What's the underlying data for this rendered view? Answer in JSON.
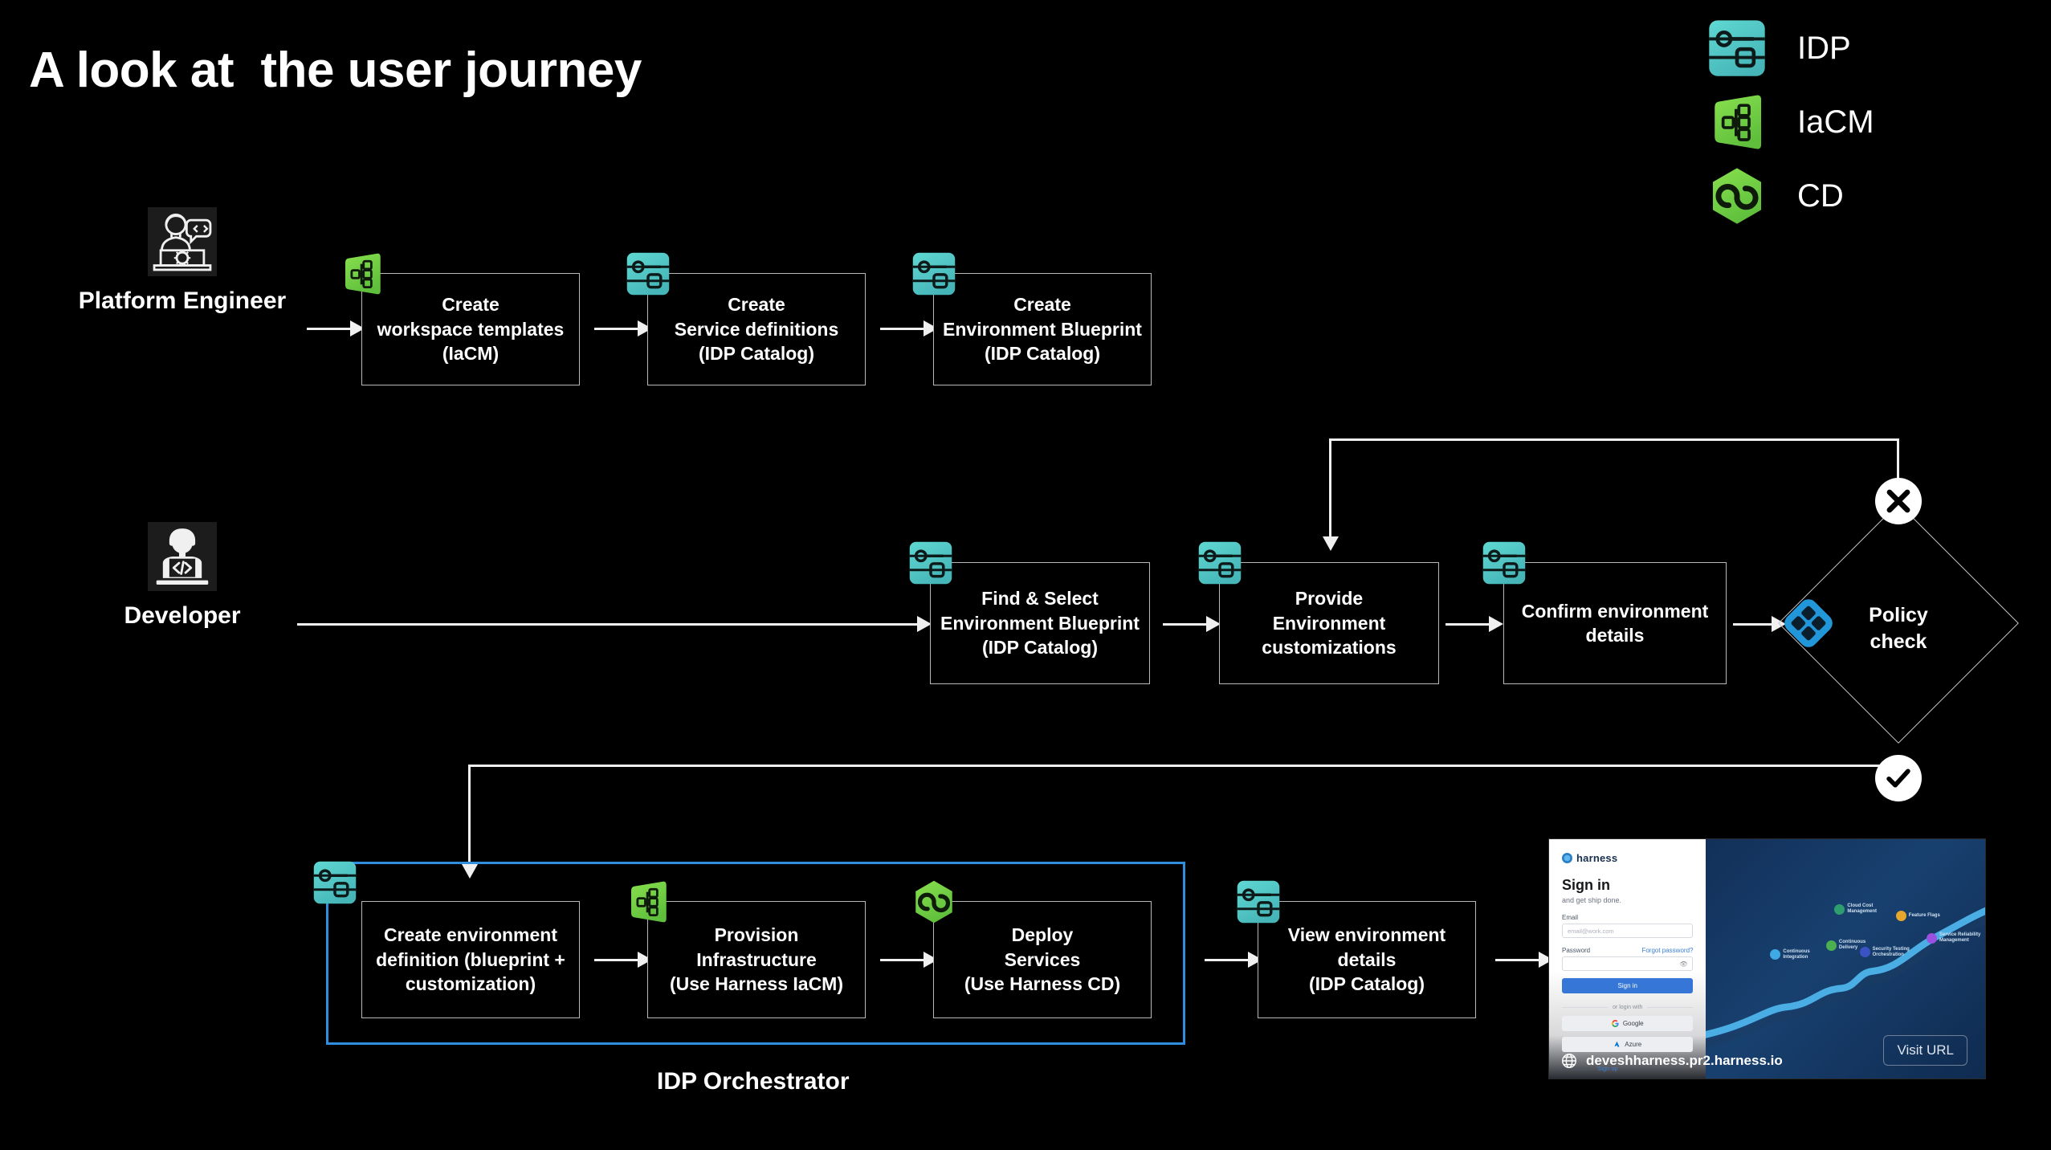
{
  "page": {
    "title": "A look at  the user journey",
    "background_color": "#000000"
  },
  "legend": {
    "items": [
      {
        "label": "IDP",
        "icon": "idp-module-icon",
        "color": "#4ecdc4"
      },
      {
        "label": "IaCM",
        "icon": "iacm-module-icon",
        "color": "#70d44b"
      },
      {
        "label": "CD",
        "icon": "cd-module-icon",
        "color": "#70d44b"
      }
    ]
  },
  "rows": {
    "platform_engineer": {
      "persona_label": "Platform Engineer",
      "persona_icon": "platform-engineer-avatar-icon",
      "steps": [
        {
          "text": "Create\nworkspace templates\n(IaCM)",
          "badge": "iacm-module-icon"
        },
        {
          "text": "Create\nService definitions\n(IDP Catalog)",
          "badge": "idp-module-icon"
        },
        {
          "text": "Create\nEnvironment Blueprint\n(IDP Catalog)",
          "badge": "idp-module-icon"
        }
      ]
    },
    "developer": {
      "persona_label": "Developer",
      "persona_icon": "developer-avatar-icon",
      "steps": [
        {
          "text": "Find & Select\nEnvironment Blueprint\n(IDP Catalog)",
          "badge": "idp-module-icon"
        },
        {
          "text": "Provide\nEnvironment\ncustomizations",
          "badge": "idp-module-icon"
        },
        {
          "text": "Confirm environment\ndetails",
          "badge": "idp-module-icon"
        }
      ],
      "decision": {
        "label": "Policy\ncheck",
        "badge": "opa-policy-icon",
        "badge_color": "#2196d9",
        "fail_badge": "cross-icon",
        "pass_badge": "check-icon"
      }
    },
    "orchestrator": {
      "container_label": "IDP Orchestrator",
      "container_color": "#2f8ee0",
      "steps": [
        {
          "text": "Create environment\ndefinition (blueprint +\ncustomization)",
          "badge": "idp-module-icon"
        },
        {
          "text": "Provision\nInfrastructure\n(Use Harness IaCM)",
          "badge": "iacm-module-icon"
        },
        {
          "text": "Deploy\nServices\n(Use Harness CD)",
          "badge": "cd-module-icon"
        }
      ],
      "final_step": {
        "text": "View environment\ndetails\n(IDP Catalog)",
        "badge": "idp-module-icon"
      }
    }
  },
  "thumbnail": {
    "brand": "harness",
    "heading": "Sign in",
    "subheading": "and get ship done.",
    "email_label": "Email",
    "email_placeholder": "email@work.com",
    "password_label": "Password",
    "forgot_link": "Forgot password?",
    "signin_button": "Sign in",
    "divider_text": "or login with",
    "oauth": [
      "Google",
      "Azure"
    ],
    "footer_text": "No account?",
    "footer_link": "Sign up",
    "url": "deveshharness.pr2.harness.io",
    "visit_button": "Visit URL",
    "journey_nodes": [
      {
        "label": "Continuous\nIntegration",
        "color": "#3fa9e5"
      },
      {
        "label": "Continuous\nDelivery",
        "color": "#4caf50"
      },
      {
        "label": "Cloud Cost\nManagement",
        "color": "#2f9e6e"
      },
      {
        "label": "Security Testing\nOrchestration",
        "color": "#3b52c4"
      },
      {
        "label": "Feature Flags",
        "color": "#e8a62c"
      },
      {
        "label": "Service Reliability\nManagement",
        "color": "#9b51e0"
      }
    ]
  }
}
